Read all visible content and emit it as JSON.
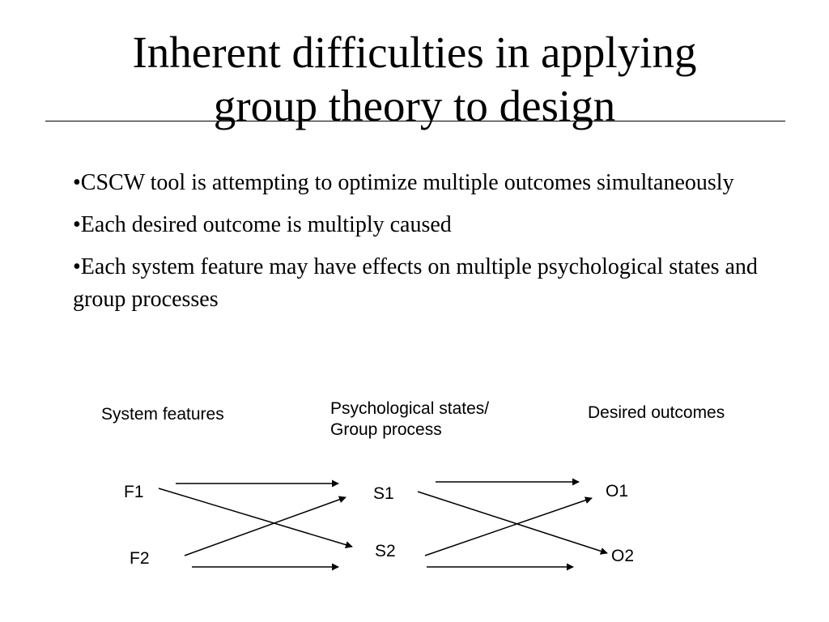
{
  "title": {
    "line1": "Inherent difficulties in applying",
    "line2": "group theory to design"
  },
  "bullets": [
    "•CSCW tool is attempting to optimize multiple outcomes simultaneously",
    "•Each desired outcome is multiply caused",
    "•Each system feature may have effects on multiple psychological states and group processes"
  ],
  "diagram": {
    "headers": {
      "features": "System features",
      "states_line1": "Psychological states/",
      "states_line2": "Group process",
      "outcomes": "Desired outcomes"
    },
    "nodes": {
      "f1": "F1",
      "f2": "F2",
      "s1": "S1",
      "s2": "S2",
      "o1": "O1",
      "o2": "O2"
    },
    "arrows": [
      {
        "from": "F1",
        "to": "S1"
      },
      {
        "from": "F1",
        "to": "S2"
      },
      {
        "from": "F2",
        "to": "S1"
      },
      {
        "from": "F2",
        "to": "S2"
      },
      {
        "from": "S1",
        "to": "O1"
      },
      {
        "from": "S1",
        "to": "O2"
      },
      {
        "from": "S2",
        "to": "O1"
      },
      {
        "from": "S2",
        "to": "O2"
      }
    ]
  }
}
